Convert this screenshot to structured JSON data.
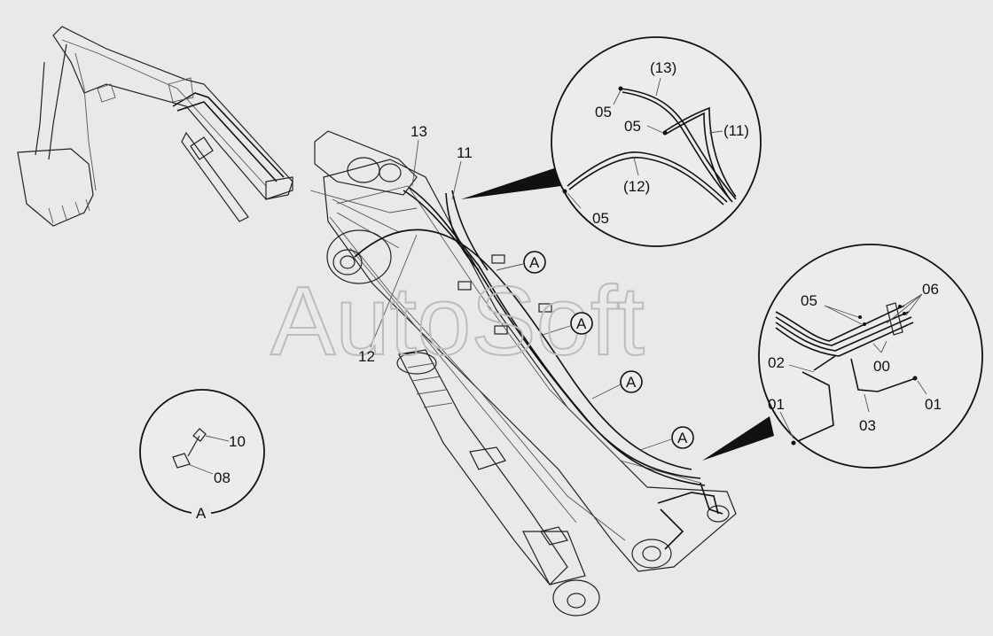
{
  "watermark": "AutoSoft",
  "main_labels": {
    "n13": "13",
    "n11": "11",
    "n12": "12"
  },
  "callouts": {
    "a1": "A",
    "a2": "A",
    "a3": "A",
    "a4": "A"
  },
  "detail_top": {
    "p13": "(13)",
    "p05a": "05",
    "p05b": "05",
    "p11": "(11)",
    "p12": "(12)",
    "p05c": "05"
  },
  "detail_right": {
    "p05": "05",
    "p06": "06",
    "p02": "02",
    "p00": "00",
    "p01a": "01",
    "p01b": "01",
    "p03": "03"
  },
  "detail_a": {
    "p10": "10",
    "p08": "08",
    "caption": "A"
  }
}
